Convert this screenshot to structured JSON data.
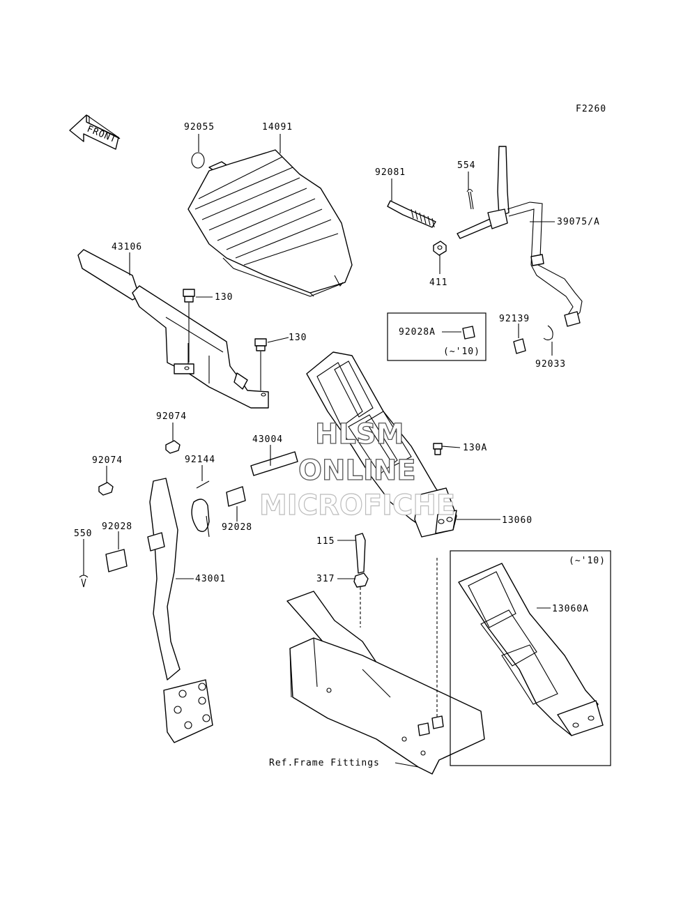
{
  "figure_code": "F2260",
  "front_label": "FRONT",
  "watermark": [
    "HLSM",
    "ONLINE",
    "MICROFICHE"
  ],
  "callouts": {
    "p92055": "92055",
    "p14091": "14091",
    "p92081": "92081",
    "p554": "554",
    "p39075": "39075/A",
    "p43106": "43106",
    "p130a": "130",
    "p130b": "130",
    "p411": "411",
    "p92028A": "92028A",
    "p92028A_note": "(~'10)",
    "p92139": "92139",
    "p92033": "92033",
    "p92074a": "92074",
    "p92074b": "92074",
    "p43004": "43004",
    "p92144": "92144",
    "p130A": "130A",
    "p550": "550",
    "p92028a": "92028",
    "p92028b": "92028",
    "p13060": "13060",
    "p43001": "43001",
    "p115": "115",
    "p317": "317",
    "p13060A_note": "(~'10)",
    "p13060A": "13060A",
    "ref_frame": "Ref.Frame Fittings"
  }
}
